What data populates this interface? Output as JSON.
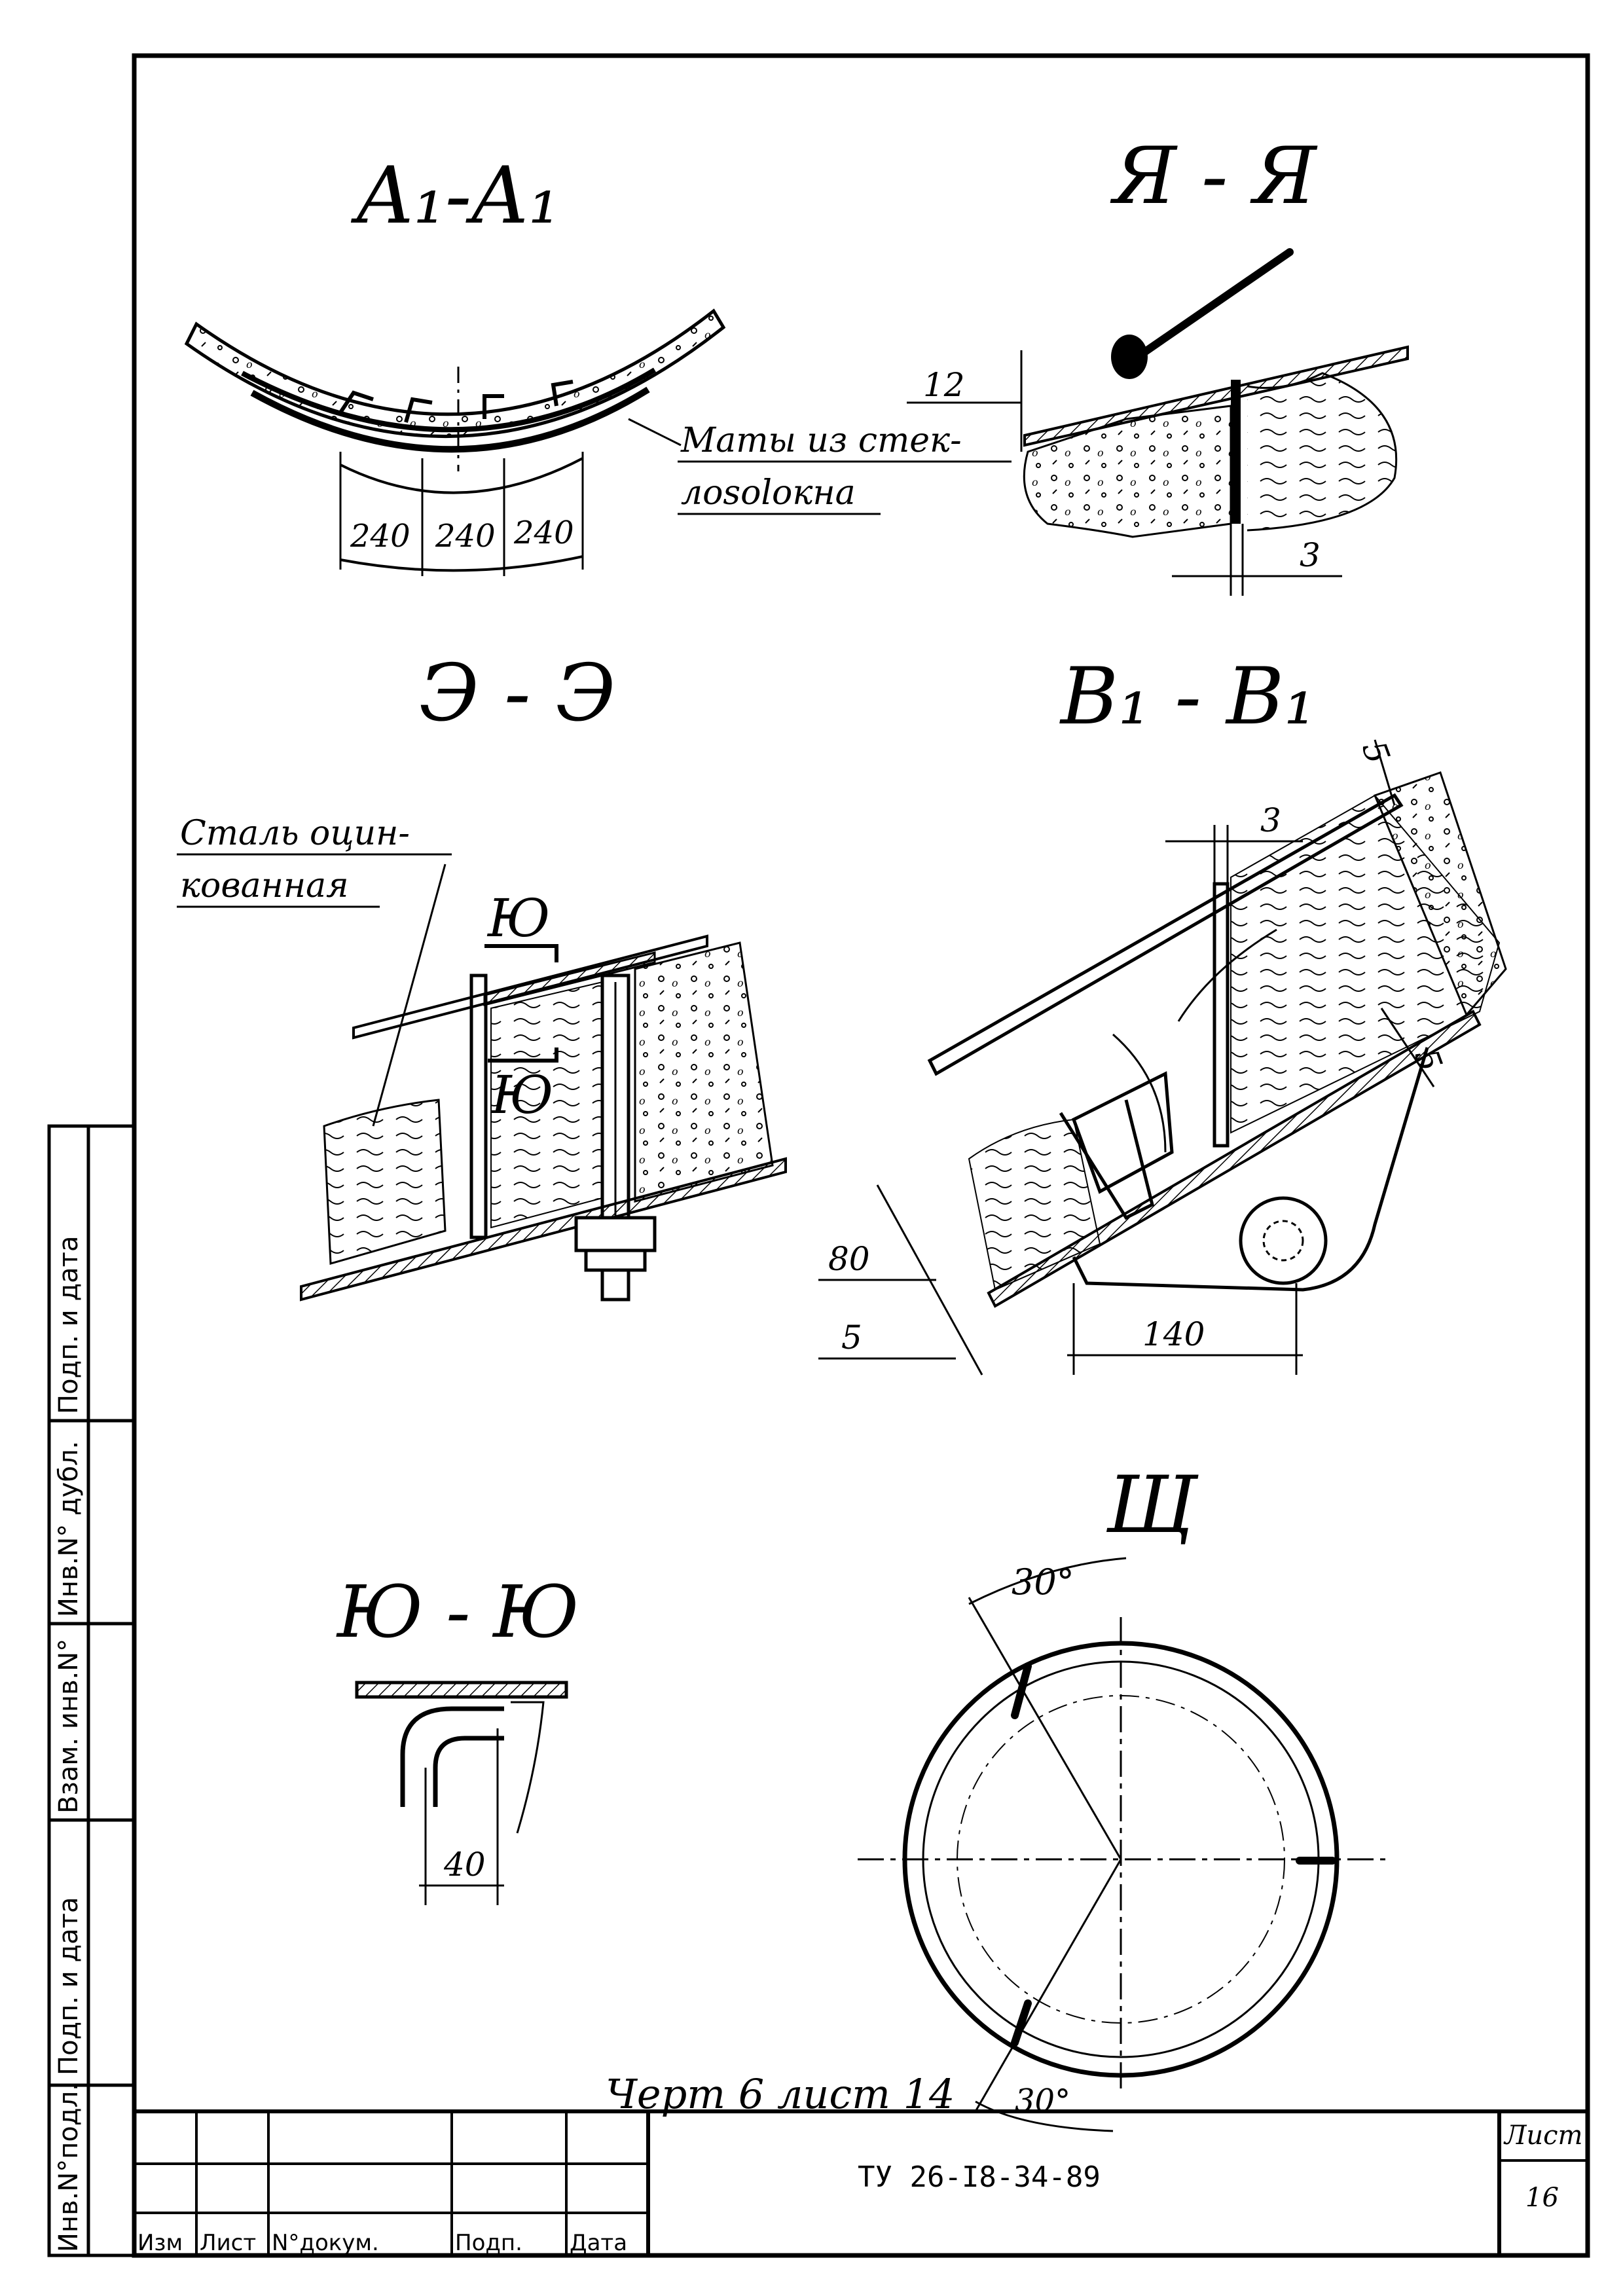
{
  "sections": {
    "a1": {
      "title": "A₁-A₁",
      "dims": [
        "240",
        "240",
        "240"
      ],
      "note_line1": "Маты из стек-",
      "note_line2": "лоsolокна"
    },
    "ya": {
      "title": "Я - Я",
      "dim_top": "12",
      "dim_bottom": "3"
    },
    "e": {
      "title": "Э - Э",
      "note_line1": "Сталь оцин-",
      "note_line2": "кованная",
      "cut_label_top": "Ю",
      "cut_label_bottom": "Ю"
    },
    "b1": {
      "title": "B₁ - B₁",
      "dim_3": "3",
      "dim_5_top": "5",
      "dim_5_right": "5",
      "dim_80": "80",
      "dim_5_left": "5",
      "dim_140": "140"
    },
    "yu": {
      "title": "Ю - Ю",
      "dim": "40"
    },
    "shch": {
      "title": "Щ",
      "angle_top": "30°",
      "angle_bottom": "30°"
    }
  },
  "caption": "Черт 6 лист 14",
  "title_block": {
    "doc_code": "ТУ 26-I8-34-89",
    "sheet_label": "Лист",
    "sheet_number": "16",
    "col_izm": "Изм",
    "col_list": "Лист",
    "col_doc": "N°докум.",
    "col_sign": "Подп.",
    "col_date": "Дата"
  },
  "side_stamp": {
    "podl": "Инв.N°подл.",
    "podp_data_1": "Подп. и дата",
    "vzam": "Взам. инв.N°",
    "dubl": "Инв.N° дубл.",
    "podp_data_2": "Подп. и дата"
  }
}
